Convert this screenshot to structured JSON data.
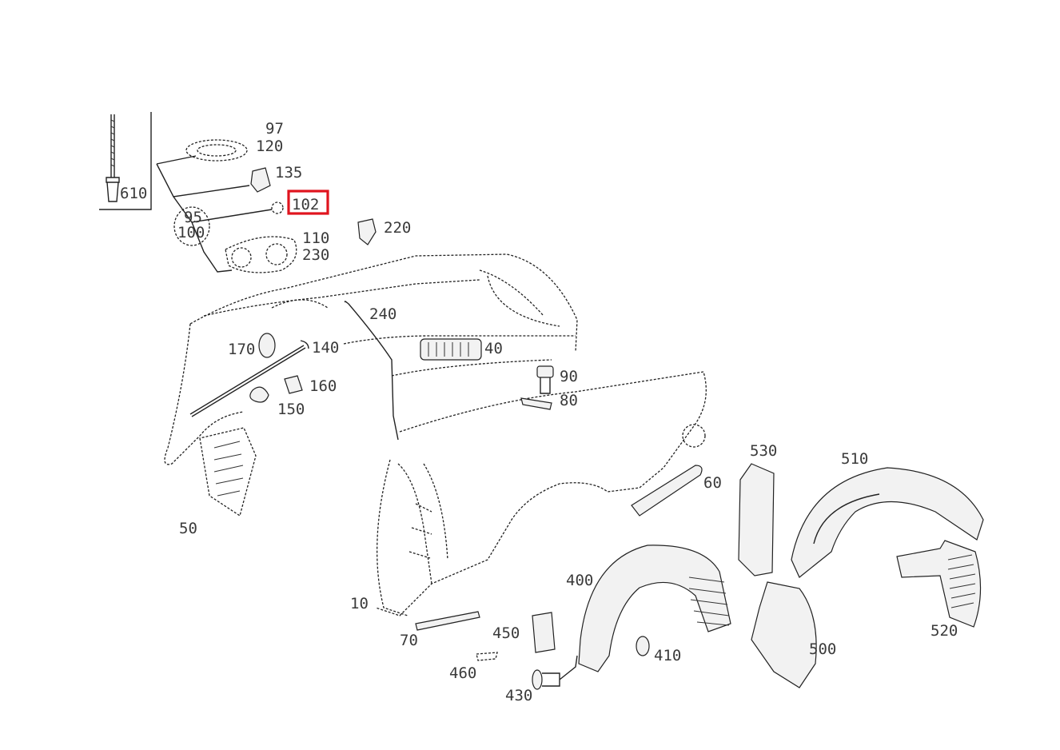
{
  "diagram": {
    "highlight_color": "#e0141e",
    "highlighted_label": "102",
    "labels": {
      "p97": "97",
      "p120": "120",
      "p135": "135",
      "p102": "102",
      "p95": "95",
      "p100": "100",
      "p110": "110",
      "p230": "230",
      "p220": "220",
      "p610": "610",
      "p240": "240",
      "p170": "170",
      "p140": "140",
      "p40": "40",
      "p90": "90",
      "p80": "80",
      "p160": "160",
      "p150": "150",
      "p50": "50",
      "p10": "10",
      "p530": "530",
      "p510": "510",
      "p60": "60",
      "p400": "400",
      "p450": "450",
      "p410": "410",
      "p500": "500",
      "p520": "520",
      "p70": "70",
      "p460": "460",
      "p430": "430"
    }
  }
}
